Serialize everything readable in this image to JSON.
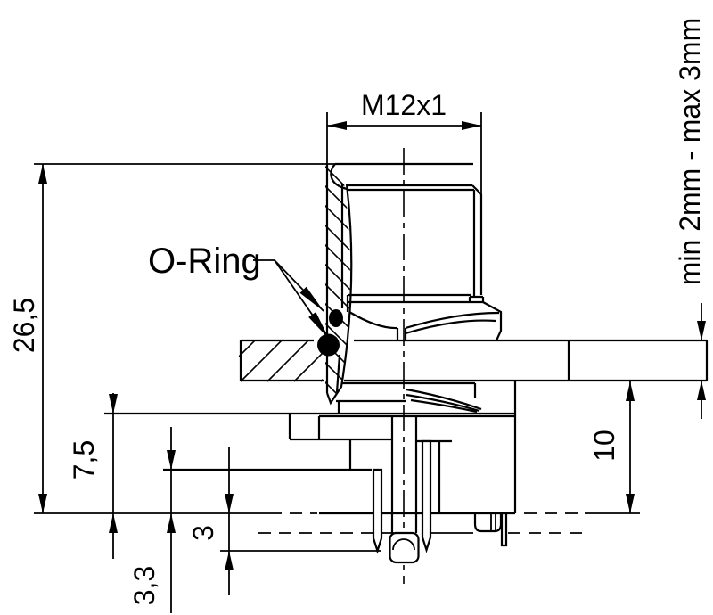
{
  "drawing": {
    "thread_callout": "M12x1",
    "oring_label": "O-Ring",
    "panel_thickness_label": "min 2mm - max 3mm",
    "dim_overall_height": "26,5",
    "dim_rear_height": "7,5",
    "dim_pin_step": "3,3",
    "dim_pin_protrusion": "3",
    "dim_body_depth": "10",
    "colors": {
      "line": "#000000",
      "background": "#ffffff"
    }
  }
}
